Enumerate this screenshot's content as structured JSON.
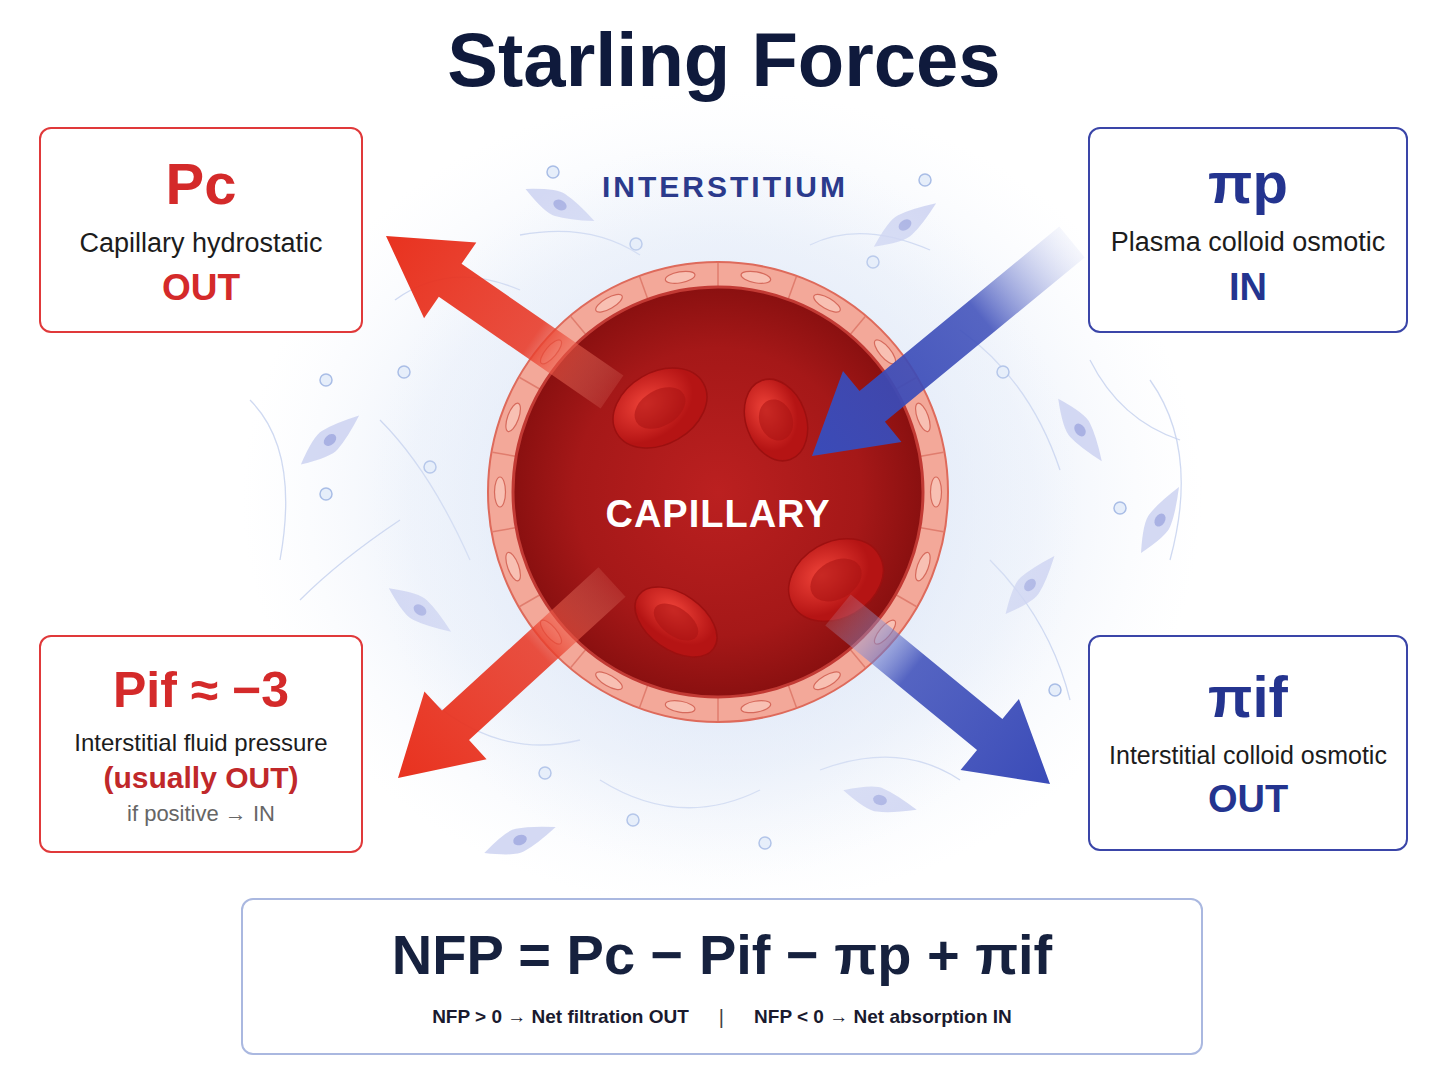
{
  "diagram": {
    "title": "Starling Forces",
    "nodes": [
      {
        "text": [
          "Pc",
          "Capillary hydrostatic",
          "OUT"
        ]
      },
      {
        "text": [
          "INTERSTITIUM"
        ]
      },
      {
        "text": [
          "πp",
          "Plasma colloid osmotic",
          "IN"
        ]
      },
      {
        "text": [
          "CAPILLARY"
        ],
        "in": 1
      },
      {
        "text": [
          "Pif ≈ −3",
          "Interstitial fluid pressure",
          "(usually OUT)",
          "if positive → IN"
        ]
      },
      {
        "text": [
          "πif",
          "Interstitial colloid osmotic",
          "OUT"
        ]
      },
      {
        "text": [
          "NFP = Pc − Pif − πp + πif",
          "NFP > 0 → Net filtration OUT",
          "|",
          "NFP < 0 → Net absorption IN"
        ]
      }
    ]
  }
}
